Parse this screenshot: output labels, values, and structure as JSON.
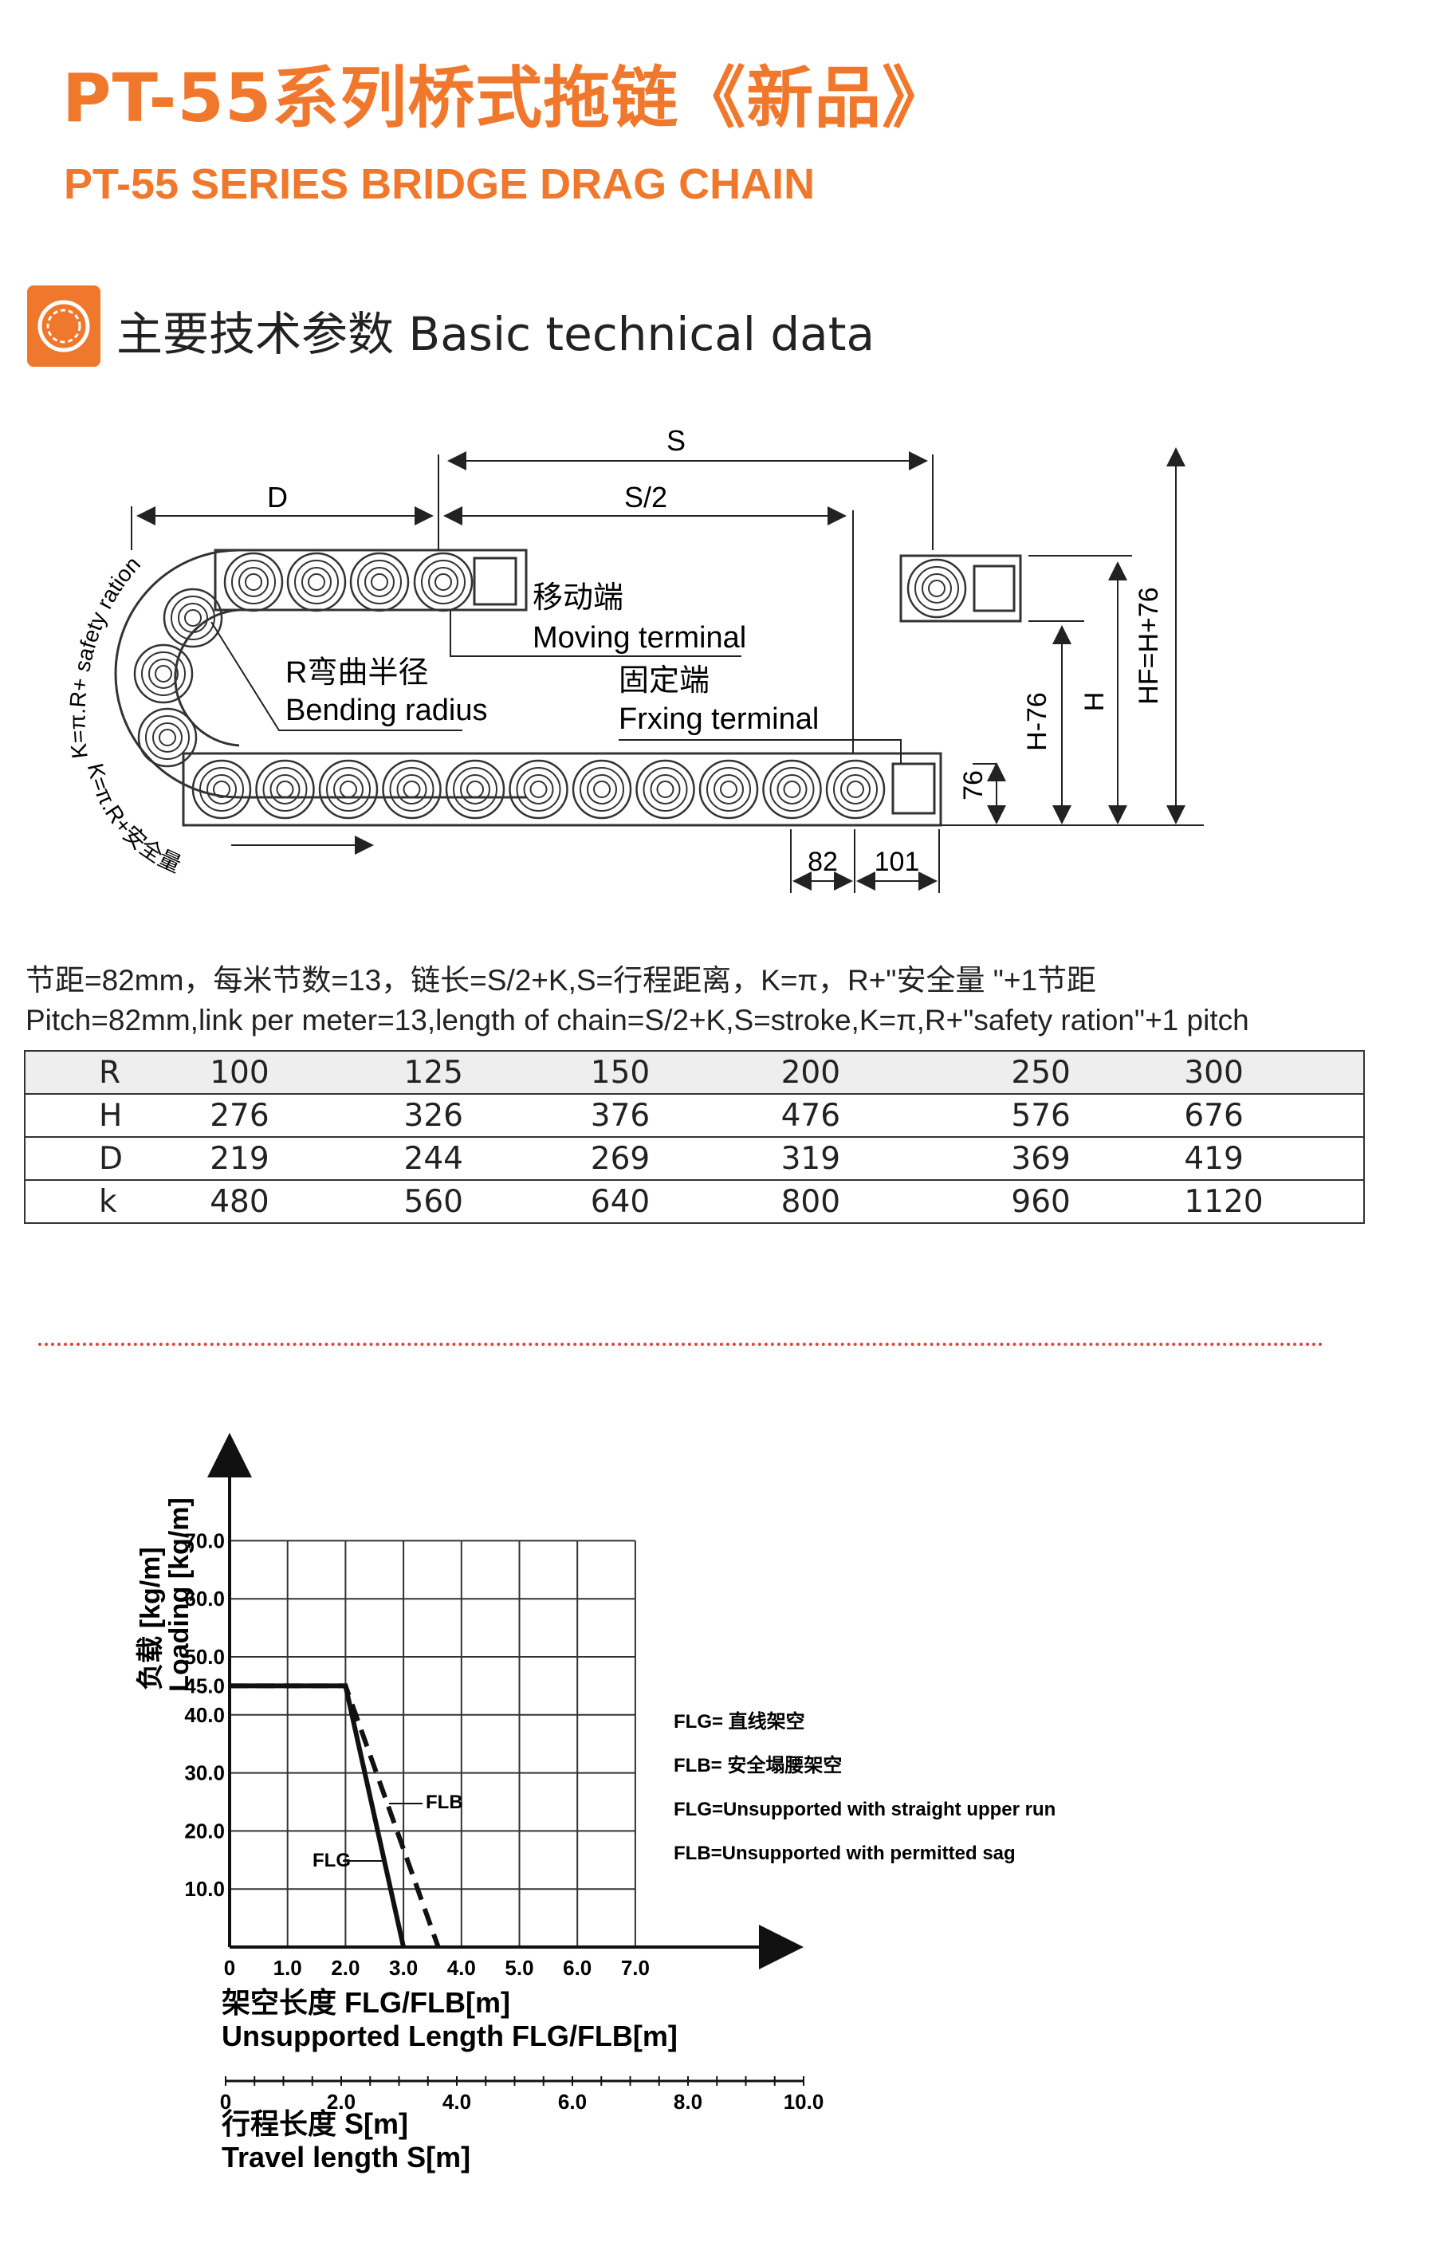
{
  "header": {
    "title_cn": "PT-55系列桥式拖链《新品》",
    "title_en": "PT-55 SERIES BRIDGE DRAG CHAIN"
  },
  "section": {
    "icon": "chain-link-icon",
    "heading": "主要技术参数 Basic technical data"
  },
  "drawing": {
    "labels": {
      "s": "S",
      "s_half": "S/2",
      "d": "D",
      "moving_cn": "移动端",
      "moving_en": "Moving terminal",
      "bending_cn": "R弯曲半径",
      "bending_en": "Bending radius",
      "fixed_cn": "固定端",
      "fixed_en": "Frxing terminal",
      "arc_top": "K=π.R+ safety ration",
      "arc_bottom": "K=π.R+安全量",
      "dim_76": "76",
      "dim_h76": "H-76",
      "dim_h": "H",
      "dim_hf": "HF=H+76",
      "dim_82": "82",
      "dim_101": "101"
    }
  },
  "notes": {
    "line_cn": "节距=82mm，每米节数=13，链长=S/2+K,S=行程距离，K=π，R+\"安全量 \"+1节距",
    "line_en": "Pitch=82mm,link per meter=13,length of chain=S/2+K,S=stroke,K=π,R+\"safety ration\"+1 pitch"
  },
  "table": {
    "rows": [
      {
        "label": "R",
        "values": [
          "100",
          "125",
          "150",
          "200",
          "250",
          "300"
        ]
      },
      {
        "label": "H",
        "values": [
          "276",
          "326",
          "376",
          "476",
          "576",
          "676"
        ]
      },
      {
        "label": "D",
        "values": [
          "219",
          "244",
          "269",
          "319",
          "369",
          "419"
        ]
      },
      {
        "label": "k",
        "values": [
          "480",
          "560",
          "640",
          "800",
          "960",
          "1120"
        ]
      }
    ]
  },
  "chart_data": {
    "type": "line",
    "ylabel_cn": "负载 [kg/m]",
    "ylabel_en": "Loading [kg/m]",
    "xlabel_cn": "架空长度 FLG/FLB[m]",
    "xlabel_en": "Unsupported Length FLG/FLB[m]",
    "x_ticks": [
      "0",
      "1.0",
      "2.0",
      "3.0",
      "4.0",
      "5.0",
      "6.0",
      "7.0"
    ],
    "y_ticks": [
      "10.0",
      "20.0",
      "30.0",
      "40.0",
      "45.0",
      "50.0",
      "60.0",
      "70.0"
    ],
    "xlim": [
      0,
      7
    ],
    "ylim": [
      0,
      70
    ],
    "grid": true,
    "series": [
      {
        "name": "FLG",
        "style": "solid",
        "x": [
          0,
          2.0,
          3.0
        ],
        "y": [
          45,
          45,
          0
        ]
      },
      {
        "name": "FLB",
        "style": "dashed",
        "x": [
          0,
          2.0,
          3.6
        ],
        "y": [
          45,
          45,
          0
        ]
      }
    ],
    "legend": [
      "FLG= 直线架空",
      "FLB= 安全塌腰架空",
      "FLG=Unsupported with straight upper run",
      "FLB=Unsupported with permitted sag"
    ],
    "secondary_axis": {
      "ticks": [
        "0",
        "2.0",
        "4.0",
        "6.0",
        "8.0",
        "10.0"
      ],
      "label_cn": "行程长度 S[m]",
      "label_en": "Travel length S[m]"
    }
  }
}
